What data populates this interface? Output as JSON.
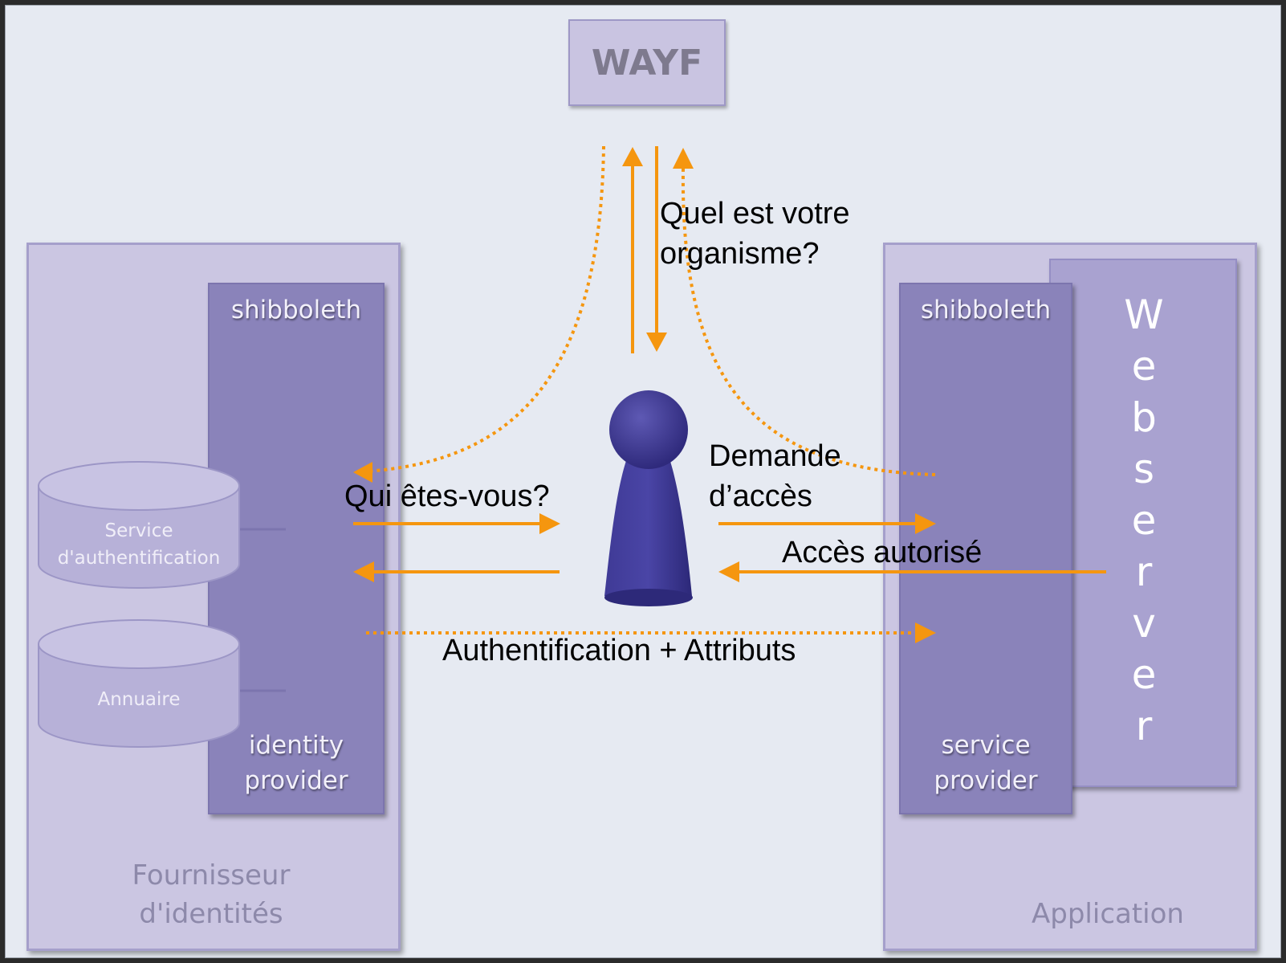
{
  "wayf": {
    "label": "WAYF"
  },
  "identity_side": {
    "outer_label": [
      "Fournisseur",
      "d'identités"
    ],
    "shibboleth_label": "shibboleth",
    "provider_label": [
      "identity",
      "provider"
    ],
    "auth_service_label": [
      "Service",
      "d'authentification"
    ],
    "directory_label": "Annuaire"
  },
  "application_side": {
    "outer_label": "Application",
    "shibboleth_label": "shibboleth",
    "provider_label": [
      "service",
      "provider"
    ],
    "webserver_letters": [
      "W",
      "e",
      "b",
      "s",
      "e",
      "r",
      "v",
      "e",
      "r"
    ]
  },
  "flows": {
    "wayf_question": [
      "Quel est votre",
      "organisme?"
    ],
    "who_are_you": "Qui êtes-vous?",
    "access_request": [
      "Demande",
      "d’accès"
    ],
    "access_granted": "Accès autorisé",
    "auth_attributes": "Authentification + Attributs"
  },
  "colors": {
    "arrow": "#f5960f",
    "user_figure": "#3b3690",
    "outer_box": "#cbc6e2",
    "inner_box": "#8a83ba"
  }
}
